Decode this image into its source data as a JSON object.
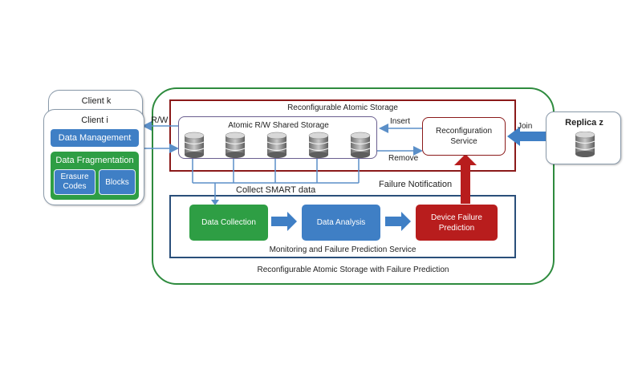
{
  "clients": {
    "client_k": "Client k",
    "client_i": "Client i",
    "data_management": "Data Management",
    "data_fragmentation": "Data Fragmentation",
    "erasure_codes": "Erasure\nCodes",
    "blocks": "Blocks"
  },
  "outer": {
    "label": "Reconfigurable Atomic Storage with Failure Prediction"
  },
  "storage": {
    "title": "Reconfigurable Atomic Storage",
    "shared_title": "Atomic R/W Shared Storage",
    "reconfig_service": "Reconfiguration\nService"
  },
  "labels": {
    "rw": "R/W",
    "insert": "Insert",
    "remove": "Remove",
    "join": "Join",
    "collect": "Collect SMART data",
    "failure_notification": "Failure Notification"
  },
  "replica": {
    "label": "Replica z"
  },
  "monitoring": {
    "title": "Monitoring and Failure Prediction Service",
    "data_collection": "Data Collection",
    "data_analysis": "Data Analysis",
    "device_failure": "Device Failure\nPrediction"
  },
  "colors": {
    "outer_border": "#2e8b3e",
    "storage_border": "#8b1a1a",
    "monitor_border": "#2a4f7a",
    "blue": "#3f7fc5",
    "green": "#2e9e44",
    "red": "#b81d1d"
  }
}
